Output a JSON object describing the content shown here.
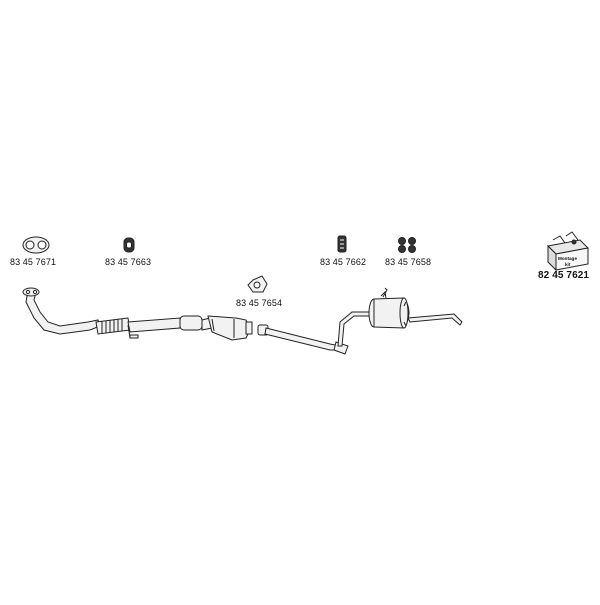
{
  "parts": {
    "gasket_front": "83 45 7671",
    "rubber_mount_front": "83 45 7663",
    "gasket_middle": "83 45 7654",
    "rubber_mount_rear": "83 45 7662",
    "rubber_mount_pair": "83 45 7658",
    "mounting_kit": "82 45 7621"
  },
  "kit_box_label_line1": "Montage",
  "kit_box_label_line2": "kit",
  "colors": {
    "line": "#222222",
    "fill": "#f2f2f2"
  }
}
